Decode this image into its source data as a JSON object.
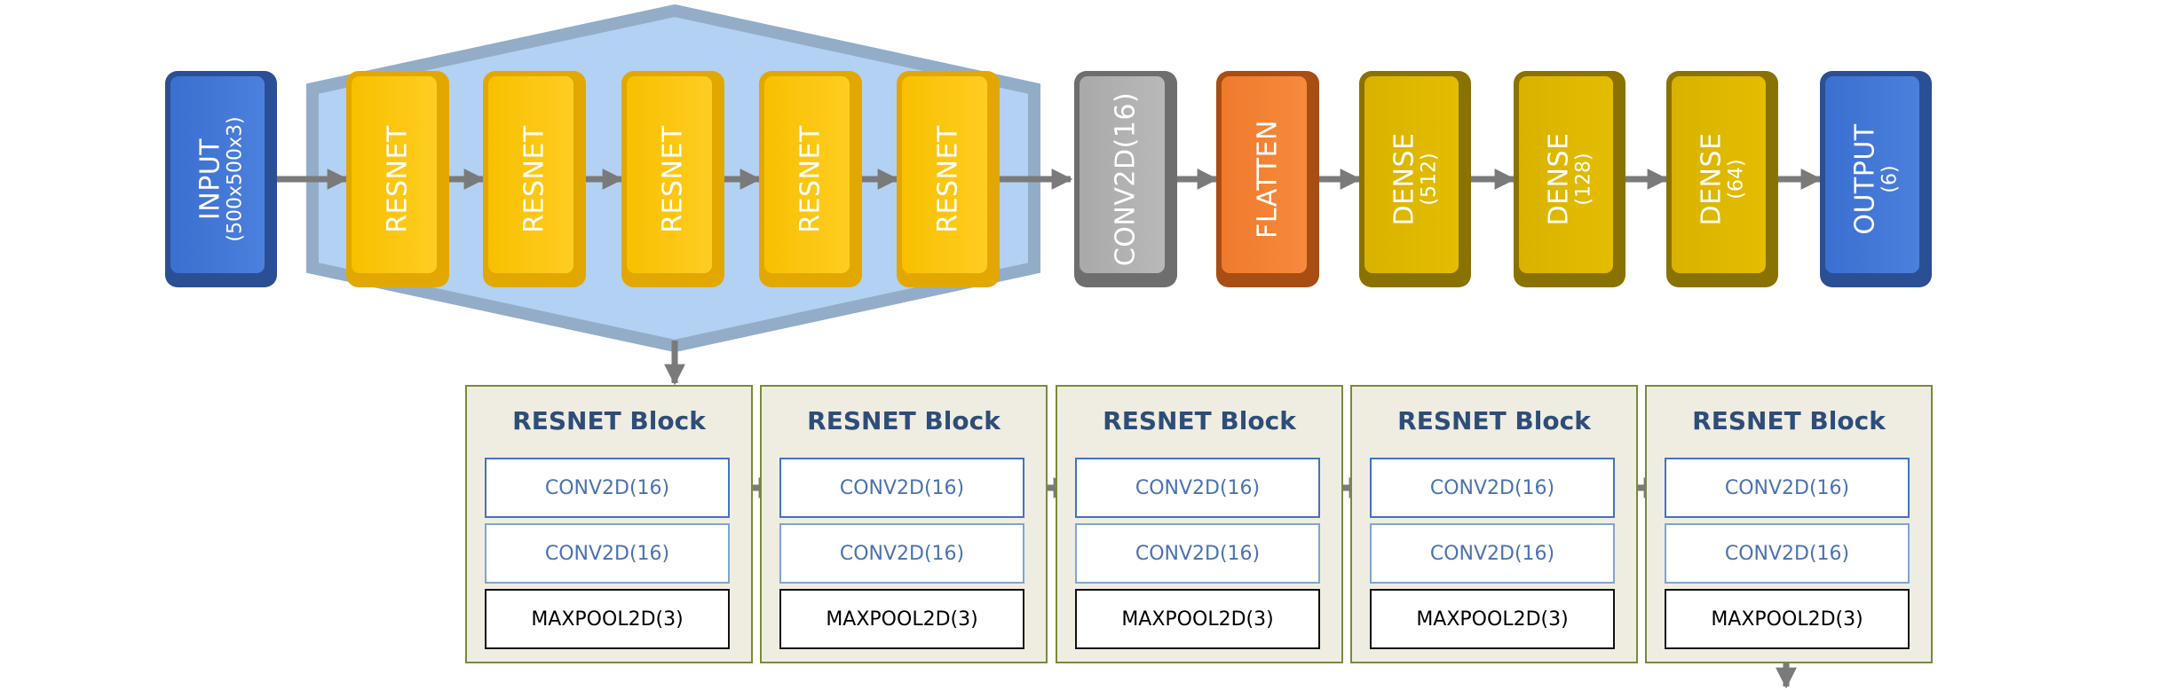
{
  "top_row": {
    "input": {
      "label": "INPUT",
      "sub": "(500x500x3)"
    },
    "resnet_blocks": [
      "RESNET",
      "RESNET",
      "RESNET",
      "RESNET",
      "RESNET"
    ],
    "conv": {
      "label": "CONV2D(16)"
    },
    "flatten": {
      "label": "FLATTEN"
    },
    "dense": [
      {
        "label": "DENSE",
        "sub": "(512)"
      },
      {
        "label": "DENSE",
        "sub": "(128)"
      },
      {
        "label": "DENSE",
        "sub": "(64)"
      }
    ],
    "output": {
      "label": "OUTPUT",
      "sub": "(6)"
    }
  },
  "expanded_blocks": [
    {
      "title": "RESNET Block",
      "layers": [
        "CONV2D(16)",
        "CONV2D(16)",
        "MAXPOOL2D(3)"
      ]
    },
    {
      "title": "RESNET Block",
      "layers": [
        "CONV2D(16)",
        "CONV2D(16)",
        "MAXPOOL2D(3)"
      ]
    },
    {
      "title": "RESNET Block",
      "layers": [
        "CONV2D(16)",
        "CONV2D(16)",
        "MAXPOOL2D(3)"
      ]
    },
    {
      "title": "RESNET Block",
      "layers": [
        "CONV2D(16)",
        "CONV2D(16)",
        "MAXPOOL2D(3)"
      ]
    },
    {
      "title": "RESNET Block",
      "layers": [
        "CONV2D(16)",
        "CONV2D(16)",
        "MAXPOOL2D(3)"
      ]
    }
  ],
  "colors": {
    "input_output": "#3b6fd0",
    "resnet": "#f7c000",
    "conv": "#a9a9a9",
    "flatten": "#f07a2c",
    "dense": "#d9b200",
    "hexagon": "#b3d1f3",
    "block_bg": "#efede2",
    "title_text": "#2e4d78"
  }
}
